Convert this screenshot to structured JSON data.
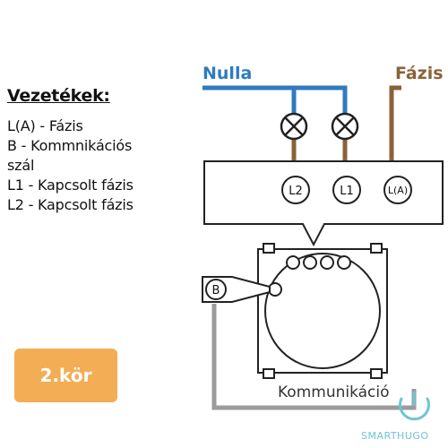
{
  "colors": {
    "neutral_wire": "#2f7bbf",
    "phase_wire": "#8a6238",
    "comm_wire": "#9b9b9b",
    "outline": "#222222",
    "badge": "#f3ad55",
    "brand": "#6fc4d6"
  },
  "wires": {
    "neutral_label": "Nulla",
    "phase_label": "Fázis",
    "comm_label": "Kommunikáció"
  },
  "terminals": {
    "l2": "L2",
    "l1": "L1",
    "la": "L(A)",
    "b": "B"
  },
  "legend": {
    "title": "Vezetékek:",
    "items": [
      "L(A) - Fázis",
      "B - Kommnikációs",
      "szál",
      "L1 - Kapcsolt fázis",
      "L2 - Kapcsolt fázis"
    ]
  },
  "badge": {
    "label": "2.kör"
  },
  "brand": {
    "name": "SMARTHUGO",
    "icon": "power-icon"
  }
}
